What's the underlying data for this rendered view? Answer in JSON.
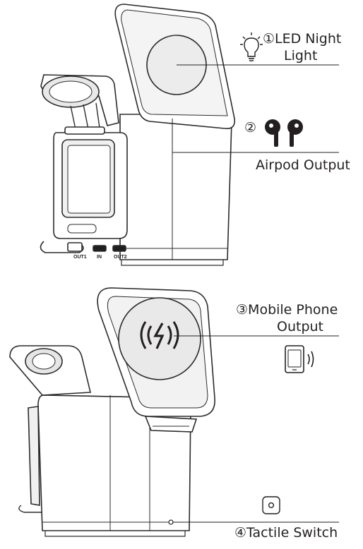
{
  "colors": {
    "ink": "#231f20",
    "outline": "#2b2b2b",
    "body_fill": "#ffffff",
    "pad_fill": "#e9e9e9",
    "shade": "#bdbdbd"
  },
  "icons": {
    "led": "light-bulb-icon",
    "airpod": "airpods-icon",
    "phone": "smartphone-vibrate-icon",
    "switch": "tactile-button-icon",
    "wireless": "wireless-charging-icon"
  },
  "labels": {
    "led_num": "①",
    "led_line1": "LED Night",
    "led_line2": "Light",
    "airpod_num": "②",
    "airpod_text": "Airpod Output",
    "phone_num": "③",
    "phone_line1": "Mobile Phone",
    "phone_line2": "Output",
    "switch_num": "④",
    "switch_text": "Tactile Switch"
  },
  "ports": {
    "out1": "OUT1",
    "in": "IN",
    "out2": "OUT2"
  }
}
